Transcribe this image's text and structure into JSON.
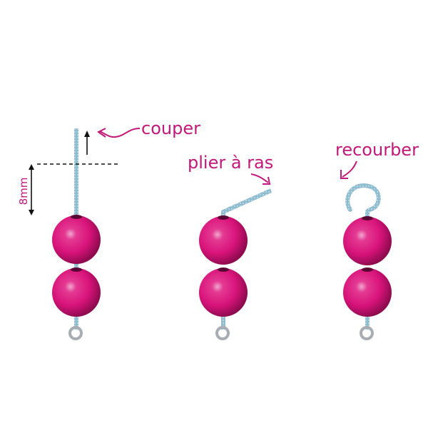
{
  "labels": {
    "cut": "couper",
    "bend_flush": "plier à ras",
    "curl": "recourber",
    "measure": "8mm"
  },
  "colors": {
    "bead": "#d8137a",
    "bead_highlight": "#f0a8cf",
    "bead_shadow": "#8a0a4c",
    "wire": "#8fbdcf",
    "eye_pin": "#a7adb3",
    "annotation": "#c2187a",
    "marker": "#111111"
  },
  "icons": {
    "arrow": "curved-arrow-icon",
    "eye_loop": "eye-pin-loop-icon"
  }
}
